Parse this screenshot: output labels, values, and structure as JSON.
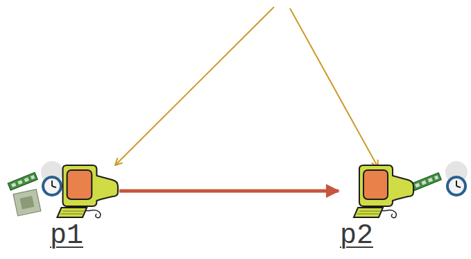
{
  "diagram": {
    "nodes": [
      {
        "text": [
          "p1"
        ]
      },
      {
        "text": [
          "p2"
        ]
      }
    ],
    "edges": [
      {
        "from": 0,
        "to": 1,
        "arrow": "to"
      }
    ]
  }
}
